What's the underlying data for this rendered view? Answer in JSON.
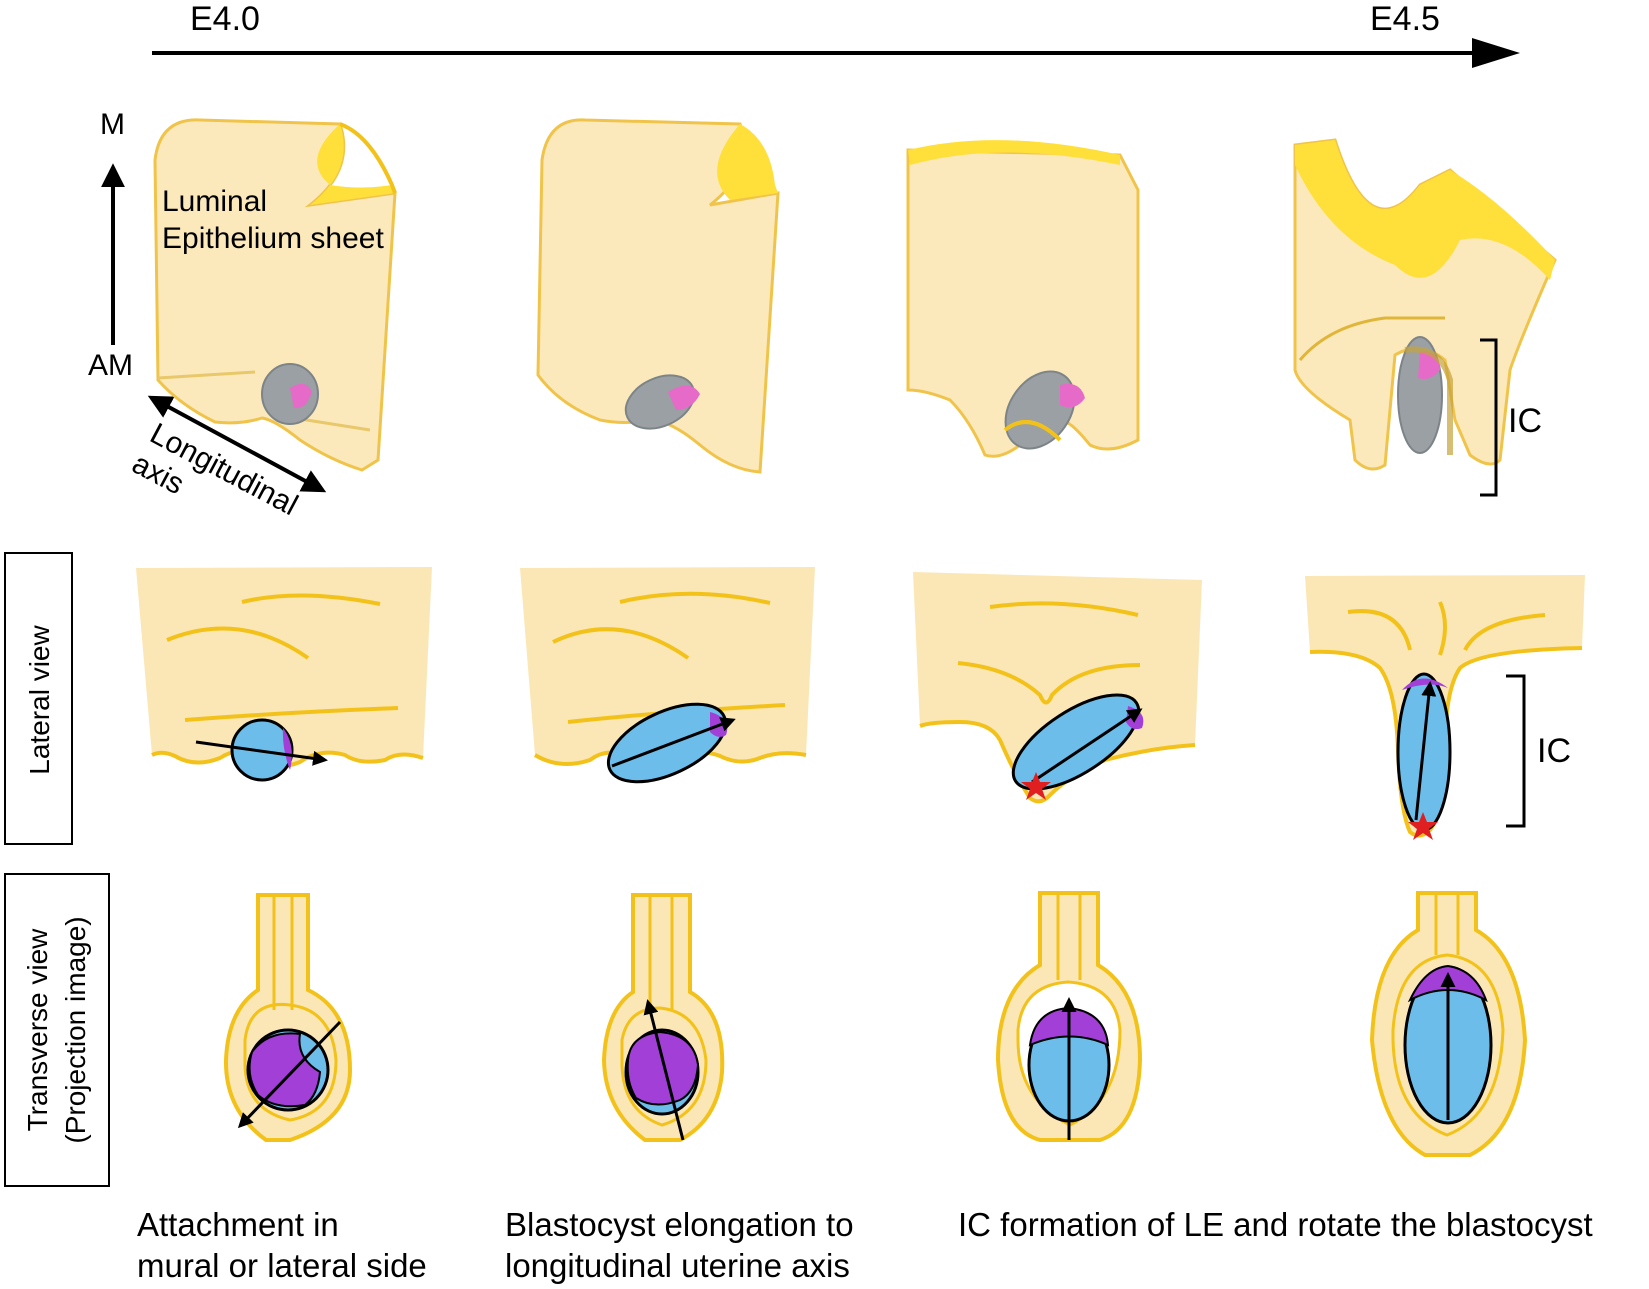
{
  "timeline": {
    "start": "E4.0",
    "end": "E4.5"
  },
  "axis_labels": {
    "m": "M",
    "am": "AM",
    "longitudinal": "Longitudinal",
    "longitudinal_sub": "axis"
  },
  "sheet_label": {
    "line1": "Luminal",
    "line2": "Epithelium sheet"
  },
  "ic_label": "IC",
  "row_labels": {
    "lateral": "Lateral view",
    "transverse_line1": "Transverse view",
    "transverse_line2": "(Projection image)"
  },
  "captions": [
    {
      "line1": "Attachment in",
      "line2": "mural or lateral side"
    },
    {
      "line1": "Blastocyst elongation to",
      "line2": "longitudinal uterine axis"
    },
    {
      "line1": "IC formation of LE and rotate the blastocyst",
      "line2": ""
    }
  ],
  "colors": {
    "epithelium_fill": "#fbe7b5",
    "epithelium_edge": "#f3c21a",
    "epithelium_top": "#ffdf3a",
    "blastocyst": "#6cbdea",
    "icm": "#a23fd6",
    "embryo_3d": "#9aa0a4",
    "icm_3d": "#e66ac8",
    "star": "#e02020"
  }
}
